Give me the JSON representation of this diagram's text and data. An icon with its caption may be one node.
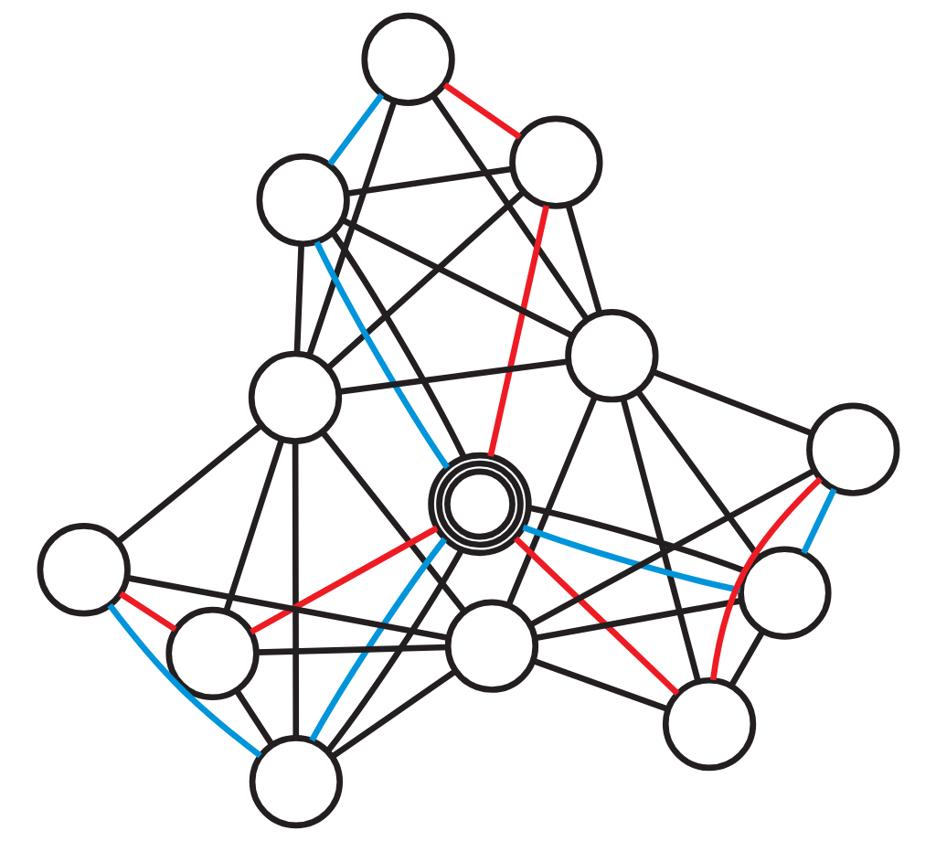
{
  "diagram": {
    "nodes": [
      {
        "text": [],
        "shape": "circle"
      },
      {
        "text": [],
        "shape": "circle"
      },
      {
        "text": [],
        "shape": "circle"
      },
      {
        "text": [],
        "shape": "circle"
      },
      {
        "text": [],
        "shape": "circle"
      },
      {
        "text": [],
        "shape": "circle"
      },
      {
        "text": [],
        "shape": "circle"
      },
      {
        "text": [],
        "shape": "circle"
      },
      {
        "text": [],
        "shape": "circle"
      },
      {
        "text": [],
        "shape": "circle"
      },
      {
        "text": [],
        "shape": "circle"
      },
      {
        "text": [],
        "shape": "circle"
      },
      {
        "text": [],
        "shape": "circle"
      }
    ],
    "edges": [
      {
        "from": 0,
        "to": 3,
        "arrow": "none"
      },
      {
        "from": 0,
        "to": 4,
        "arrow": "none"
      },
      {
        "from": 1,
        "to": 2,
        "arrow": "none"
      },
      {
        "from": 1,
        "to": 3,
        "arrow": "none"
      },
      {
        "from": 1,
        "to": 4,
        "arrow": "none"
      },
      {
        "from": 2,
        "to": 3,
        "arrow": "none"
      },
      {
        "from": 2,
        "to": 4,
        "arrow": "none"
      },
      {
        "from": 2,
        "to": 5,
        "arrow": "none"
      },
      {
        "from": 3,
        "to": 4,
        "arrow": "none"
      },
      {
        "from": 3,
        "to": 11,
        "arrow": "none"
      },
      {
        "from": 3,
        "to": 7,
        "arrow": "none"
      },
      {
        "from": 3,
        "to": 6,
        "arrow": "none"
      },
      {
        "from": 3,
        "to": 8,
        "arrow": "none"
      },
      {
        "from": 4,
        "to": 12,
        "arrow": "none"
      },
      {
        "from": 4,
        "to": 10,
        "arrow": "none"
      },
      {
        "from": 4,
        "to": 9,
        "arrow": "none"
      },
      {
        "from": 4,
        "to": 8,
        "arrow": "none"
      },
      {
        "from": 5,
        "to": 6,
        "arrow": "none"
      },
      {
        "from": 5,
        "to": 9,
        "arrow": "none"
      },
      {
        "from": 6,
        "to": 7,
        "arrow": "none"
      },
      {
        "from": 6,
        "to": 8,
        "arrow": "none"
      },
      {
        "from": 7,
        "to": 8,
        "arrow": "none"
      },
      {
        "from": 8,
        "to": 11,
        "arrow": "none"
      },
      {
        "from": 9,
        "to": 10,
        "arrow": "none"
      },
      {
        "from": 9,
        "to": 8,
        "arrow": "none"
      },
      {
        "from": 8,
        "to": 10,
        "arrow": "none"
      },
      {
        "from": 8,
        "to": 12,
        "arrow": "none"
      },
      {
        "from": 0,
        "to": 1,
        "arrow": "none",
        "color": "#ed1c24"
      },
      {
        "from": 1,
        "to": 5,
        "arrow": "none",
        "color": "#ed1c24"
      },
      {
        "from": 5,
        "to": 7,
        "arrow": "none",
        "color": "#ed1c24"
      },
      {
        "from": 5,
        "to": 10,
        "arrow": "none",
        "color": "#ed1c24"
      },
      {
        "from": 7,
        "to": 11,
        "arrow": "none",
        "color": "#ed1c24"
      },
      {
        "from": 10,
        "to": 12,
        "arrow": "none",
        "color": "#ed1c24"
      },
      {
        "from": 0,
        "to": 2,
        "arrow": "none",
        "color": "#0095da"
      },
      {
        "from": 2,
        "to": 5,
        "arrow": "none",
        "color": "#0095da"
      },
      {
        "from": 5,
        "to": 6,
        "arrow": "none",
        "color": "#0095da"
      },
      {
        "from": 6,
        "to": 11,
        "arrow": "none",
        "color": "#0095da"
      },
      {
        "from": 5,
        "to": 9,
        "arrow": "none",
        "color": "#0095da"
      },
      {
        "from": 9,
        "to": 12,
        "arrow": "none",
        "color": "#0095da"
      }
    ]
  }
}
